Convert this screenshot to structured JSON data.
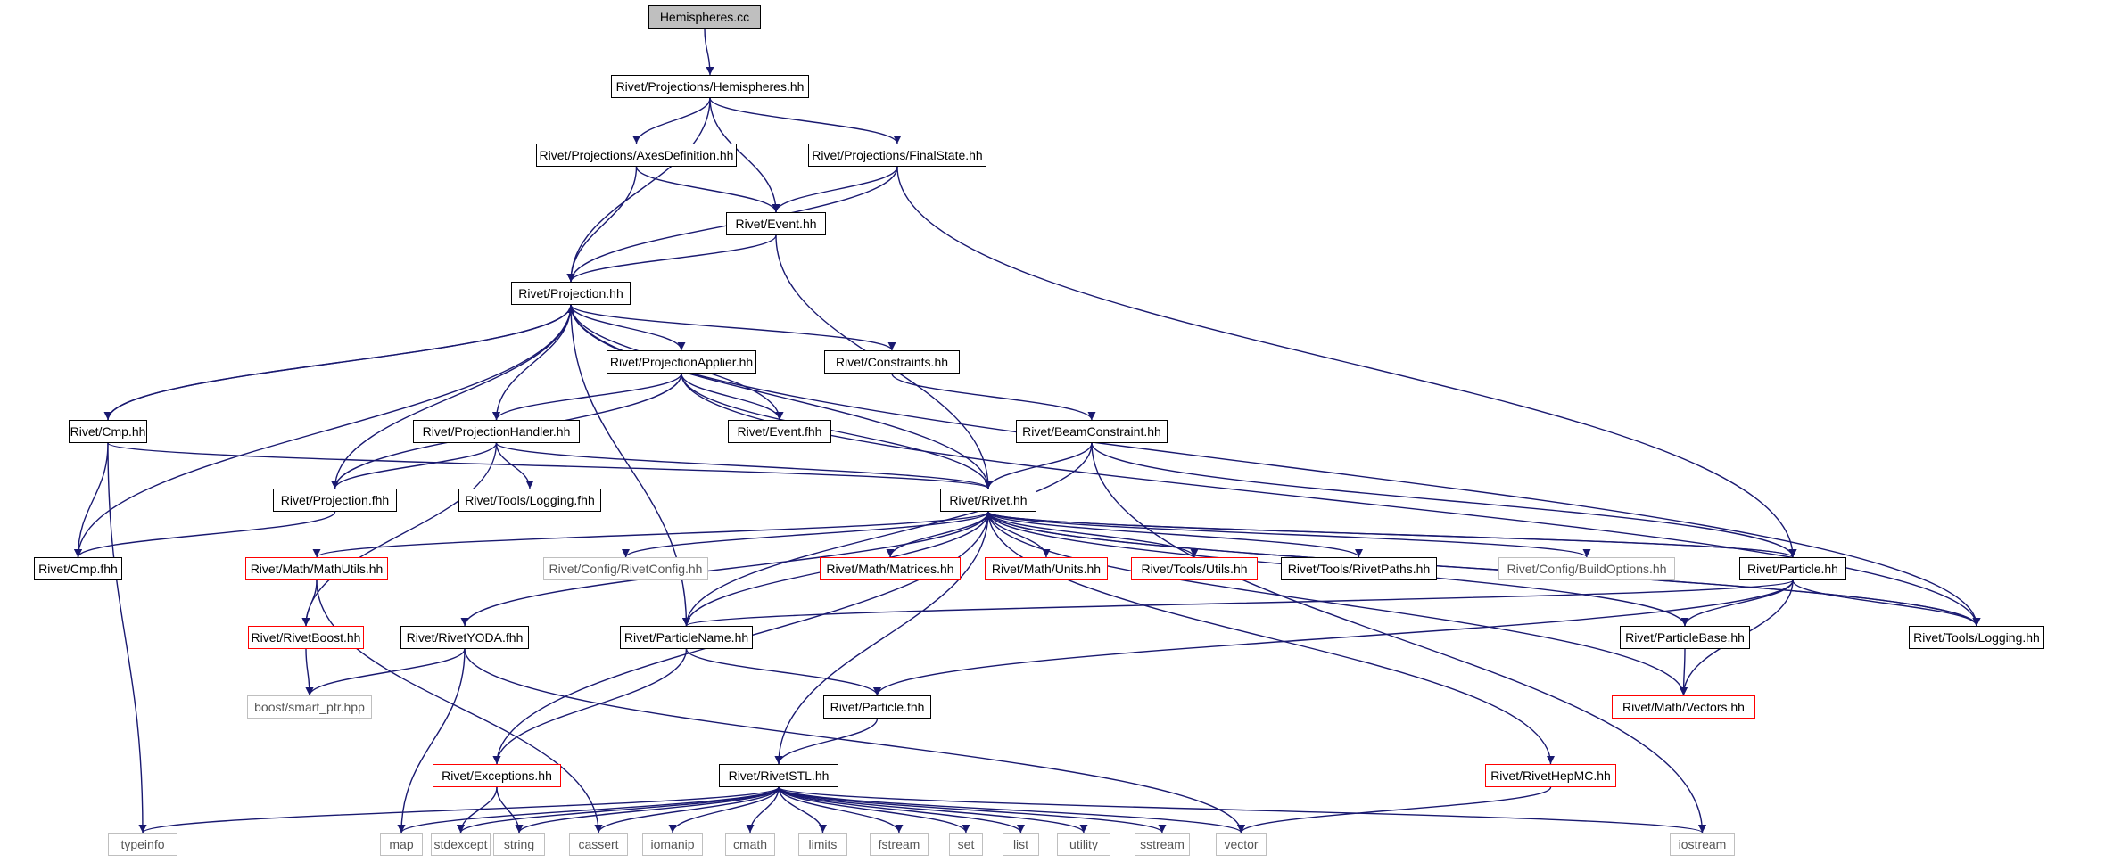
{
  "colors": {
    "edge": "#191970",
    "node_border": "#000000",
    "node_incomplete": "#ff0000",
    "node_external": "#bfbfbf",
    "root_fill": "#bfbfbf"
  },
  "nodes": {
    "root": {
      "label": "Hemispheres.cc"
    },
    "hemispheres_hh": {
      "label": "Rivet/Projections/Hemispheres.hh"
    },
    "axesdef_hh": {
      "label": "Rivet/Projections/AxesDefinition.hh"
    },
    "finalstate_hh": {
      "label": "Rivet/Projections/FinalState.hh"
    },
    "event_hh": {
      "label": "Rivet/Event.hh"
    },
    "projection_hh": {
      "label": "Rivet/Projection.hh"
    },
    "projapplier_hh": {
      "label": "Rivet/ProjectionApplier.hh"
    },
    "constraints_hh": {
      "label": "Rivet/Constraints.hh"
    },
    "cmp_hh": {
      "label": "Rivet/Cmp.hh"
    },
    "projhandler_hh": {
      "label": "Rivet/ProjectionHandler.hh"
    },
    "event_fhh": {
      "label": "Rivet/Event.fhh"
    },
    "beamconstraint_hh": {
      "label": "Rivet/BeamConstraint.hh"
    },
    "projection_fhh": {
      "label": "Rivet/Projection.fhh"
    },
    "logging_fhh": {
      "label": "Rivet/Tools/Logging.fhh"
    },
    "rivet_hh": {
      "label": "Rivet/Rivet.hh"
    },
    "cmp_fhh": {
      "label": "Rivet/Cmp.fhh"
    },
    "mathutils_hh": {
      "label": "Rivet/Math/MathUtils.hh"
    },
    "rivetconfig_hh": {
      "label": "Rivet/Config/RivetConfig.hh"
    },
    "matrices_hh": {
      "label": "Rivet/Math/Matrices.hh"
    },
    "units_hh": {
      "label": "Rivet/Math/Units.hh"
    },
    "utils_hh": {
      "label": "Rivet/Tools/Utils.hh"
    },
    "rivetpaths_hh": {
      "label": "Rivet/Tools/RivetPaths.hh"
    },
    "buildoptions_hh": {
      "label": "Rivet/Config/BuildOptions.hh"
    },
    "particle_hh": {
      "label": "Rivet/Particle.hh"
    },
    "rivetboost_hh": {
      "label": "Rivet/RivetBoost.hh"
    },
    "rivetyoda_fhh": {
      "label": "Rivet/RivetYODA.fhh"
    },
    "particlename_hh": {
      "label": "Rivet/ParticleName.hh"
    },
    "particlebase_hh": {
      "label": "Rivet/ParticleBase.hh"
    },
    "logging_hh": {
      "label": "Rivet/Tools/Logging.hh"
    },
    "smartptr_hpp": {
      "label": "boost/smart_ptr.hpp"
    },
    "particle_fhh": {
      "label": "Rivet/Particle.fhh"
    },
    "vectors_hh": {
      "label": "Rivet/Math/Vectors.hh"
    },
    "exceptions_hh": {
      "label": "Rivet/Exceptions.hh"
    },
    "rivetstl_hh": {
      "label": "Rivet/RivetSTL.hh"
    },
    "rivethepmc_hh": {
      "label": "Rivet/RivetHepMC.hh"
    },
    "typeinfo": {
      "label": "typeinfo"
    },
    "map": {
      "label": "map"
    },
    "stdexcept": {
      "label": "stdexcept"
    },
    "string": {
      "label": "string"
    },
    "cassert": {
      "label": "cassert"
    },
    "iomanip": {
      "label": "iomanip"
    },
    "cmath": {
      "label": "cmath"
    },
    "limits": {
      "label": "limits"
    },
    "fstream": {
      "label": "fstream"
    },
    "set": {
      "label": "set"
    },
    "list": {
      "label": "list"
    },
    "utility": {
      "label": "utility"
    },
    "sstream": {
      "label": "sstream"
    },
    "vector": {
      "label": "vector"
    },
    "iostream": {
      "label": "iostream"
    }
  },
  "edges": [
    [
      "root",
      "hemispheres_hh"
    ],
    [
      "hemispheres_hh",
      "axesdef_hh"
    ],
    [
      "hemispheres_hh",
      "finalstate_hh"
    ],
    [
      "hemispheres_hh",
      "event_hh"
    ],
    [
      "hemispheres_hh",
      "projection_hh"
    ],
    [
      "axesdef_hh",
      "event_hh"
    ],
    [
      "axesdef_hh",
      "projection_hh"
    ],
    [
      "finalstate_hh",
      "event_hh"
    ],
    [
      "finalstate_hh",
      "projection_hh"
    ],
    [
      "finalstate_hh",
      "particle_hh"
    ],
    [
      "event_hh",
      "projection_hh"
    ],
    [
      "event_hh",
      "rivet_hh"
    ],
    [
      "projection_hh",
      "projapplier_hh"
    ],
    [
      "projection_hh",
      "constraints_hh"
    ],
    [
      "projection_hh",
      "cmp_hh"
    ],
    [
      "projection_hh",
      "projhandler_hh"
    ],
    [
      "projection_hh",
      "event_fhh"
    ],
    [
      "projection_hh",
      "projection_fhh"
    ],
    [
      "projection_hh",
      "rivet_hh"
    ],
    [
      "projection_hh",
      "cmp_fhh"
    ],
    [
      "projection_hh",
      "particlename_hh"
    ],
    [
      "projection_hh",
      "logging_hh"
    ],
    [
      "cmp_hh",
      "projection_hh"
    ],
    [
      "cmp_hh",
      "cmp_fhh"
    ],
    [
      "cmp_hh",
      "rivet_hh"
    ],
    [
      "cmp_hh",
      "typeinfo"
    ],
    [
      "projapplier_hh",
      "projhandler_hh"
    ],
    [
      "projapplier_hh",
      "event_fhh"
    ],
    [
      "projapplier_hh",
      "projection_fhh"
    ],
    [
      "projapplier_hh",
      "rivet_hh"
    ],
    [
      "projapplier_hh",
      "logging_hh"
    ],
    [
      "constraints_hh",
      "beamconstraint_hh"
    ],
    [
      "projhandler_hh",
      "projection_fhh"
    ],
    [
      "projhandler_hh",
      "logging_fhh"
    ],
    [
      "projhandler_hh",
      "rivet_hh"
    ],
    [
      "projhandler_hh",
      "rivetboost_hh"
    ],
    [
      "beamconstraint_hh",
      "rivet_hh"
    ],
    [
      "beamconstraint_hh",
      "particle_hh"
    ],
    [
      "beamconstraint_hh",
      "particlename_hh"
    ],
    [
      "beamconstraint_hh",
      "iostream"
    ],
    [
      "projection_fhh",
      "cmp_fhh"
    ],
    [
      "rivet_hh",
      "mathutils_hh"
    ],
    [
      "rivet_hh",
      "rivetconfig_hh"
    ],
    [
      "rivet_hh",
      "matrices_hh"
    ],
    [
      "rivet_hh",
      "units_hh"
    ],
    [
      "rivet_hh",
      "utils_hh"
    ],
    [
      "rivet_hh",
      "rivetpaths_hh"
    ],
    [
      "rivet_hh",
      "buildoptions_hh"
    ],
    [
      "rivet_hh",
      "particle_hh"
    ],
    [
      "rivet_hh",
      "particlename_hh"
    ],
    [
      "rivet_hh",
      "rivetyoda_fhh"
    ],
    [
      "rivet_hh",
      "rivetstl_hh"
    ],
    [
      "rivet_hh",
      "exceptions_hh"
    ],
    [
      "rivet_hh",
      "logging_hh"
    ],
    [
      "rivet_hh",
      "vectors_hh"
    ],
    [
      "rivet_hh",
      "rivethepmc_hh"
    ],
    [
      "particle_hh",
      "rivet_hh"
    ],
    [
      "particle_hh",
      "particlebase_hh"
    ],
    [
      "particle_hh",
      "logging_hh"
    ],
    [
      "particle_hh",
      "particlename_hh"
    ],
    [
      "particle_hh",
      "particle_fhh"
    ],
    [
      "particle_hh",
      "vectors_hh"
    ],
    [
      "particlebase_hh",
      "rivet_hh"
    ],
    [
      "particlebase_hh",
      "vectors_hh"
    ],
    [
      "logging_hh",
      "rivet_hh"
    ],
    [
      "mathutils_hh",
      "rivetboost_hh"
    ],
    [
      "mathutils_hh",
      "cassert"
    ],
    [
      "rivetboost_hh",
      "smartptr_hpp"
    ],
    [
      "rivetyoda_fhh",
      "smartptr_hpp"
    ],
    [
      "rivetyoda_fhh",
      "map"
    ],
    [
      "rivetyoda_fhh",
      "vector"
    ],
    [
      "particlename_hh",
      "particle_fhh"
    ],
    [
      "particlename_hh",
      "exceptions_hh"
    ],
    [
      "particle_fhh",
      "rivetstl_hh"
    ],
    [
      "exceptions_hh",
      "stdexcept"
    ],
    [
      "exceptions_hh",
      "string"
    ],
    [
      "rivethepmc_hh",
      "vector"
    ],
    [
      "rivetstl_hh",
      "typeinfo"
    ],
    [
      "rivetstl_hh",
      "map"
    ],
    [
      "rivetstl_hh",
      "stdexcept"
    ],
    [
      "rivetstl_hh",
      "string"
    ],
    [
      "rivetstl_hh",
      "cassert"
    ],
    [
      "rivetstl_hh",
      "iomanip"
    ],
    [
      "rivetstl_hh",
      "cmath"
    ],
    [
      "rivetstl_hh",
      "limits"
    ],
    [
      "rivetstl_hh",
      "fstream"
    ],
    [
      "rivetstl_hh",
      "set"
    ],
    [
      "rivetstl_hh",
      "list"
    ],
    [
      "rivetstl_hh",
      "utility"
    ],
    [
      "rivetstl_hh",
      "sstream"
    ],
    [
      "rivetstl_hh",
      "vector"
    ],
    [
      "rivetstl_hh",
      "iostream"
    ]
  ]
}
